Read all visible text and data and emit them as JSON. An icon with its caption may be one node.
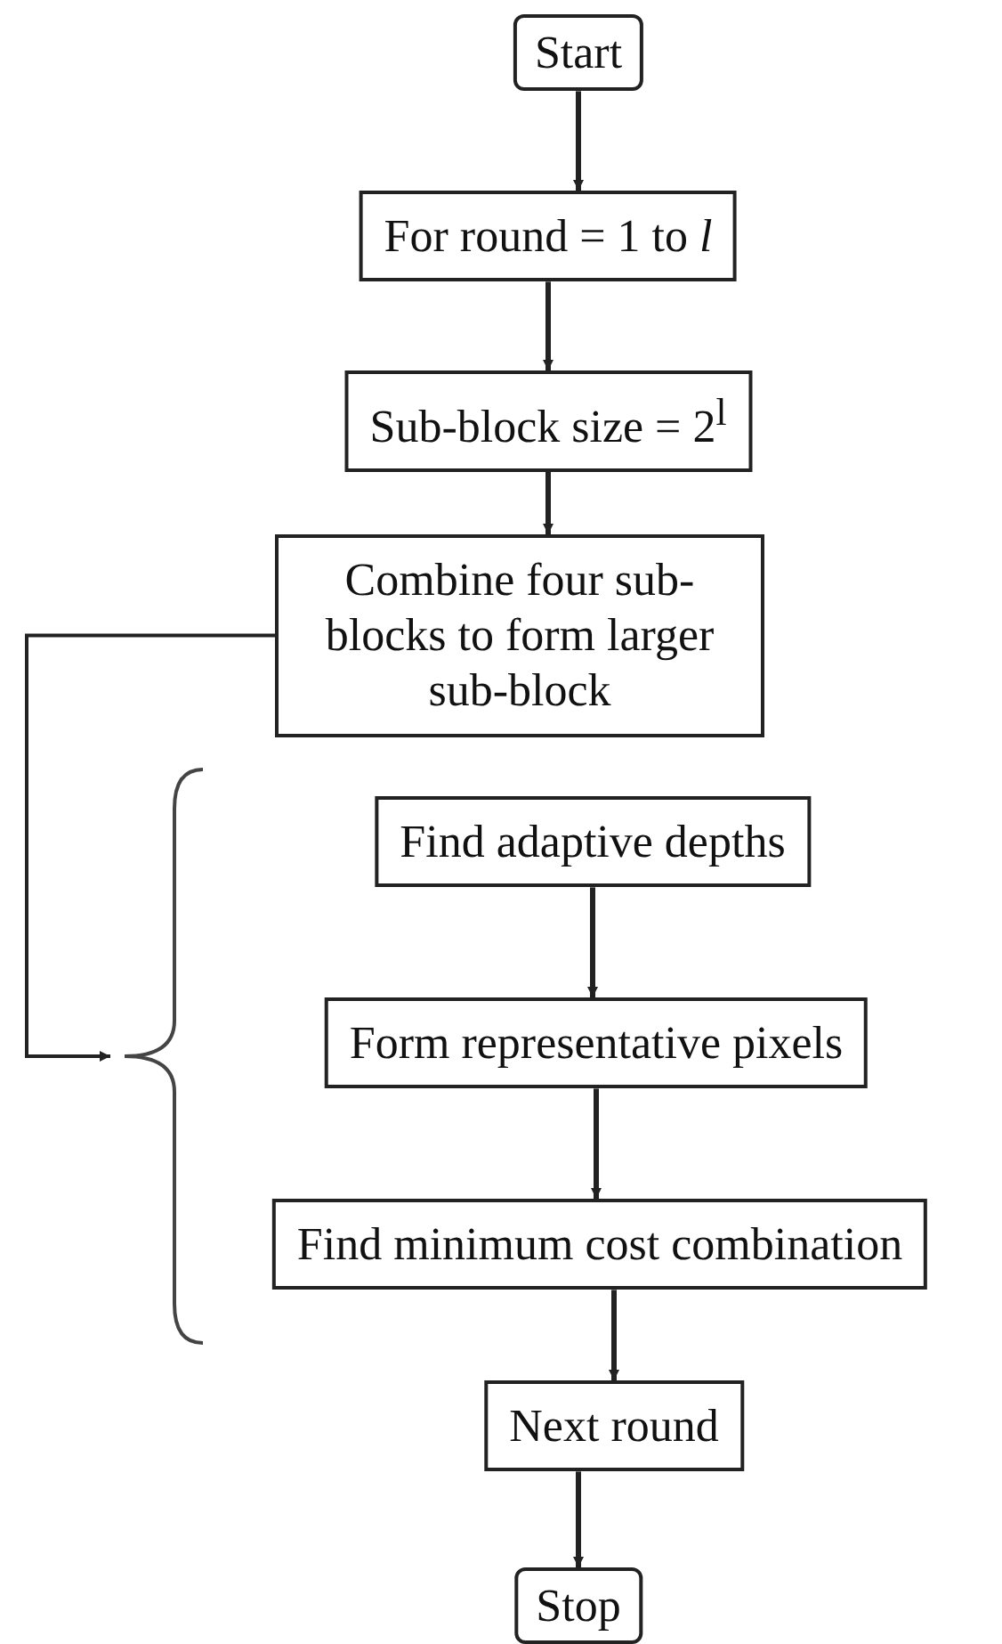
{
  "diagram": {
    "nodes": [
      {
        "text": [
          "Start"
        ]
      },
      {
        "text": [
          "For round = 1 to *l*"
        ]
      },
      {
        "text": [
          "Sub-block size = 2$^{l}$"
        ]
      },
      {
        "text": [
          "Combine four sub-blocks to form larger sub-block"
        ]
      },
      {
        "text": [],
        "shape": "bracket"
      },
      {
        "text": [
          "Find adaptive depths"
        ]
      },
      {
        "text": [
          "Form representative pixels"
        ]
      },
      {
        "text": [
          "Find minimum cost combination"
        ]
      },
      {
        "text": [
          "Next round"
        ]
      },
      {
        "text": [
          "Stop"
        ]
      }
    ],
    "edges": [
      {
        "from": 0,
        "to": 1,
        "arrow": "to"
      },
      {
        "from": 1,
        "to": 2,
        "arrow": "to"
      },
      {
        "from": 2,
        "to": 3,
        "arrow": "to"
      },
      {
        "from": 3,
        "to": 4,
        "arrow": "to"
      },
      {
        "from": 5,
        "to": 6,
        "arrow": "to"
      },
      {
        "from": 6,
        "to": 7,
        "arrow": "to"
      },
      {
        "from": 7,
        "to": 8,
        "arrow": "to"
      },
      {
        "from": 8,
        "to": 9,
        "arrow": "to"
      }
    ]
  }
}
